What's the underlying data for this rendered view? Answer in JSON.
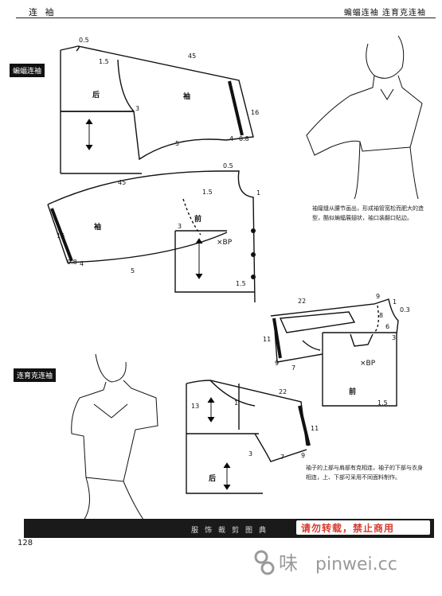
{
  "header": {
    "left": "连 袖",
    "right": "蝙蝠连袖  连育克连袖"
  },
  "sections": {
    "batwing": "蝙蝠连袖",
    "yoke": "连育克连袖"
  },
  "labels": {
    "back": "后",
    "front": "前",
    "sleeve": "袖",
    "bp": "×BP"
  },
  "figures": {
    "batwing_back": [
      "0.5",
      "1.5",
      "45",
      "3",
      "16",
      "5",
      "4",
      "0.8"
    ],
    "batwing_front": [
      "0.5",
      "45",
      "1.5",
      "1",
      "3",
      "16",
      "0.8",
      "4",
      "5",
      "1.5"
    ],
    "yoke_front": [
      "22",
      "9",
      "1",
      "0.3",
      "11",
      "8",
      "6",
      "3",
      "9",
      "7",
      "1.5"
    ],
    "yoke_back": [
      "1",
      "22",
      "13",
      "11",
      "3",
      "7",
      "9"
    ]
  },
  "notes": {
    "batwing": "袖窿缝从腰节画出，形成袖管宽松而肥大的造型，酷似蝙蝠展翅状，袖口装翻口贴边。",
    "yoke": "袖子的上部与肩部有克相连，袖子的下部与衣身相连，上、下部可采用不同面料制作。"
  },
  "footer": {
    "title": "服饰裁剪图典",
    "stamp": "请勿转载，禁止商用",
    "page": "128"
  },
  "watermark": {
    "brand": "pinwei.cc",
    "mark_char": "味"
  }
}
